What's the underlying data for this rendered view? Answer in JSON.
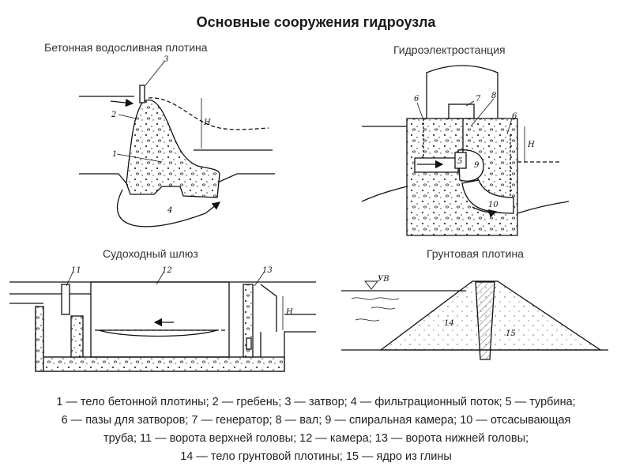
{
  "title": "Основные сооружения гидроузла",
  "panels": {
    "concrete_dam": "Бетонная водосливная плотина",
    "hydro_plant": "Гидроэлектростанция",
    "lock": "Судоходный шлюз",
    "earth_dam": "Грунтовая плотина"
  },
  "callouts": {
    "n1": "1",
    "n2": "2",
    "n3": "3",
    "n4": "4",
    "n5": "5",
    "n6a": "6",
    "n6b": "6",
    "n7": "7",
    "n8": "8",
    "n9": "9",
    "n10": "10",
    "n11": "11",
    "n12": "12",
    "n13": "13",
    "n14": "14",
    "n15": "15",
    "h_dam": "H",
    "h_plant": "H",
    "h_lock": "H",
    "uv": "УВ"
  },
  "legend": {
    "line1": "1 — тело бетонной плотины; 2 — гребень; 3 — затвор; 4 — фильтрационный поток; 5 — турбина;",
    "line2": "6 — пазы для затворов; 7 — генератор; 8 — вал; 9 — спиральная камера; 10 — отсасывающая",
    "line3": "труба; 11 — ворота верхней головы; 12 — камера; 13 — ворота нижней головы;",
    "line4": "14 — тело грунтовой плотины;  15 — ядро из глины"
  }
}
